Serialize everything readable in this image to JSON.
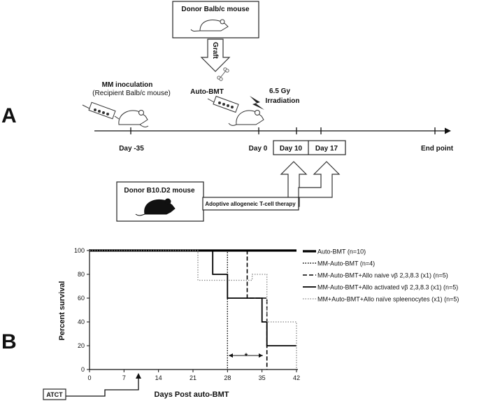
{
  "panel_a": {
    "label": "A",
    "donor_balbc": "Donor Balb/c mouse",
    "graft": "Graft",
    "mm_inoculation": "MM inoculation",
    "recipient": "(Recipient Balb/c mouse)",
    "auto_bmt": "Auto-BMT",
    "irradiation_dose": "6.5 Gy",
    "irradiation": "Irradiation",
    "timeline": {
      "day_minus35": "Day -35",
      "day0": "Day 0",
      "day10": "Day 10",
      "day17": "Day 17",
      "end_point": "End point"
    },
    "donor_b10": "Donor B10.D2 mouse",
    "therapy": "Adoptive allogeneic T-cell therapy"
  },
  "panel_b": {
    "label": "B",
    "atct": "ATCT",
    "significance": "*"
  },
  "chart_data": {
    "type": "line",
    "subtype": "kaplan-meier step",
    "xlabel": "Days Post auto-BMT",
    "ylabel": "Percent survival",
    "xlim": [
      0,
      42
    ],
    "ylim": [
      0,
      100
    ],
    "xticks": [
      0,
      7,
      14,
      21,
      28,
      35,
      42
    ],
    "yticks": [
      0,
      20,
      40,
      60,
      80,
      100
    ],
    "legend_position": "right",
    "series": [
      {
        "name": "Auto-BMT (n=10)",
        "style": "solid-thick",
        "color": "#000000",
        "x": [
          0,
          42
        ],
        "y": [
          100,
          100
        ]
      },
      {
        "name": "MM-Auto-BMT (n=4)",
        "style": "dotted",
        "color": "#000000",
        "x": [
          0,
          28,
          28
        ],
        "y": [
          100,
          100,
          0
        ]
      },
      {
        "name": "MM-Auto-BMT+Allo naive vβ 2,3,8.3 (x1) (n=5)",
        "style": "dashed",
        "color": "#000000",
        "x": [
          0,
          32,
          32,
          36,
          36
        ],
        "y": [
          100,
          100,
          60,
          60,
          0
        ]
      },
      {
        "name": "MM-Auto-BMT+Allo activated vβ 2,3,8.3 (x1) (n=5)",
        "style": "solid",
        "color": "#000000",
        "x": [
          0,
          25,
          25,
          28,
          28,
          35,
          35,
          36,
          36,
          42
        ],
        "y": [
          100,
          100,
          80,
          80,
          60,
          60,
          40,
          40,
          20,
          20
        ]
      },
      {
        "name": "MM+Auto-BMT+Allo naïve spleenocytes (x1) (n=5)",
        "style": "dotted-gray",
        "color": "#888888",
        "x": [
          0,
          22,
          22,
          33,
          33,
          36,
          36,
          42,
          42
        ],
        "y": [
          100,
          100,
          75,
          75,
          80,
          80,
          40,
          40,
          0
        ]
      }
    ]
  }
}
